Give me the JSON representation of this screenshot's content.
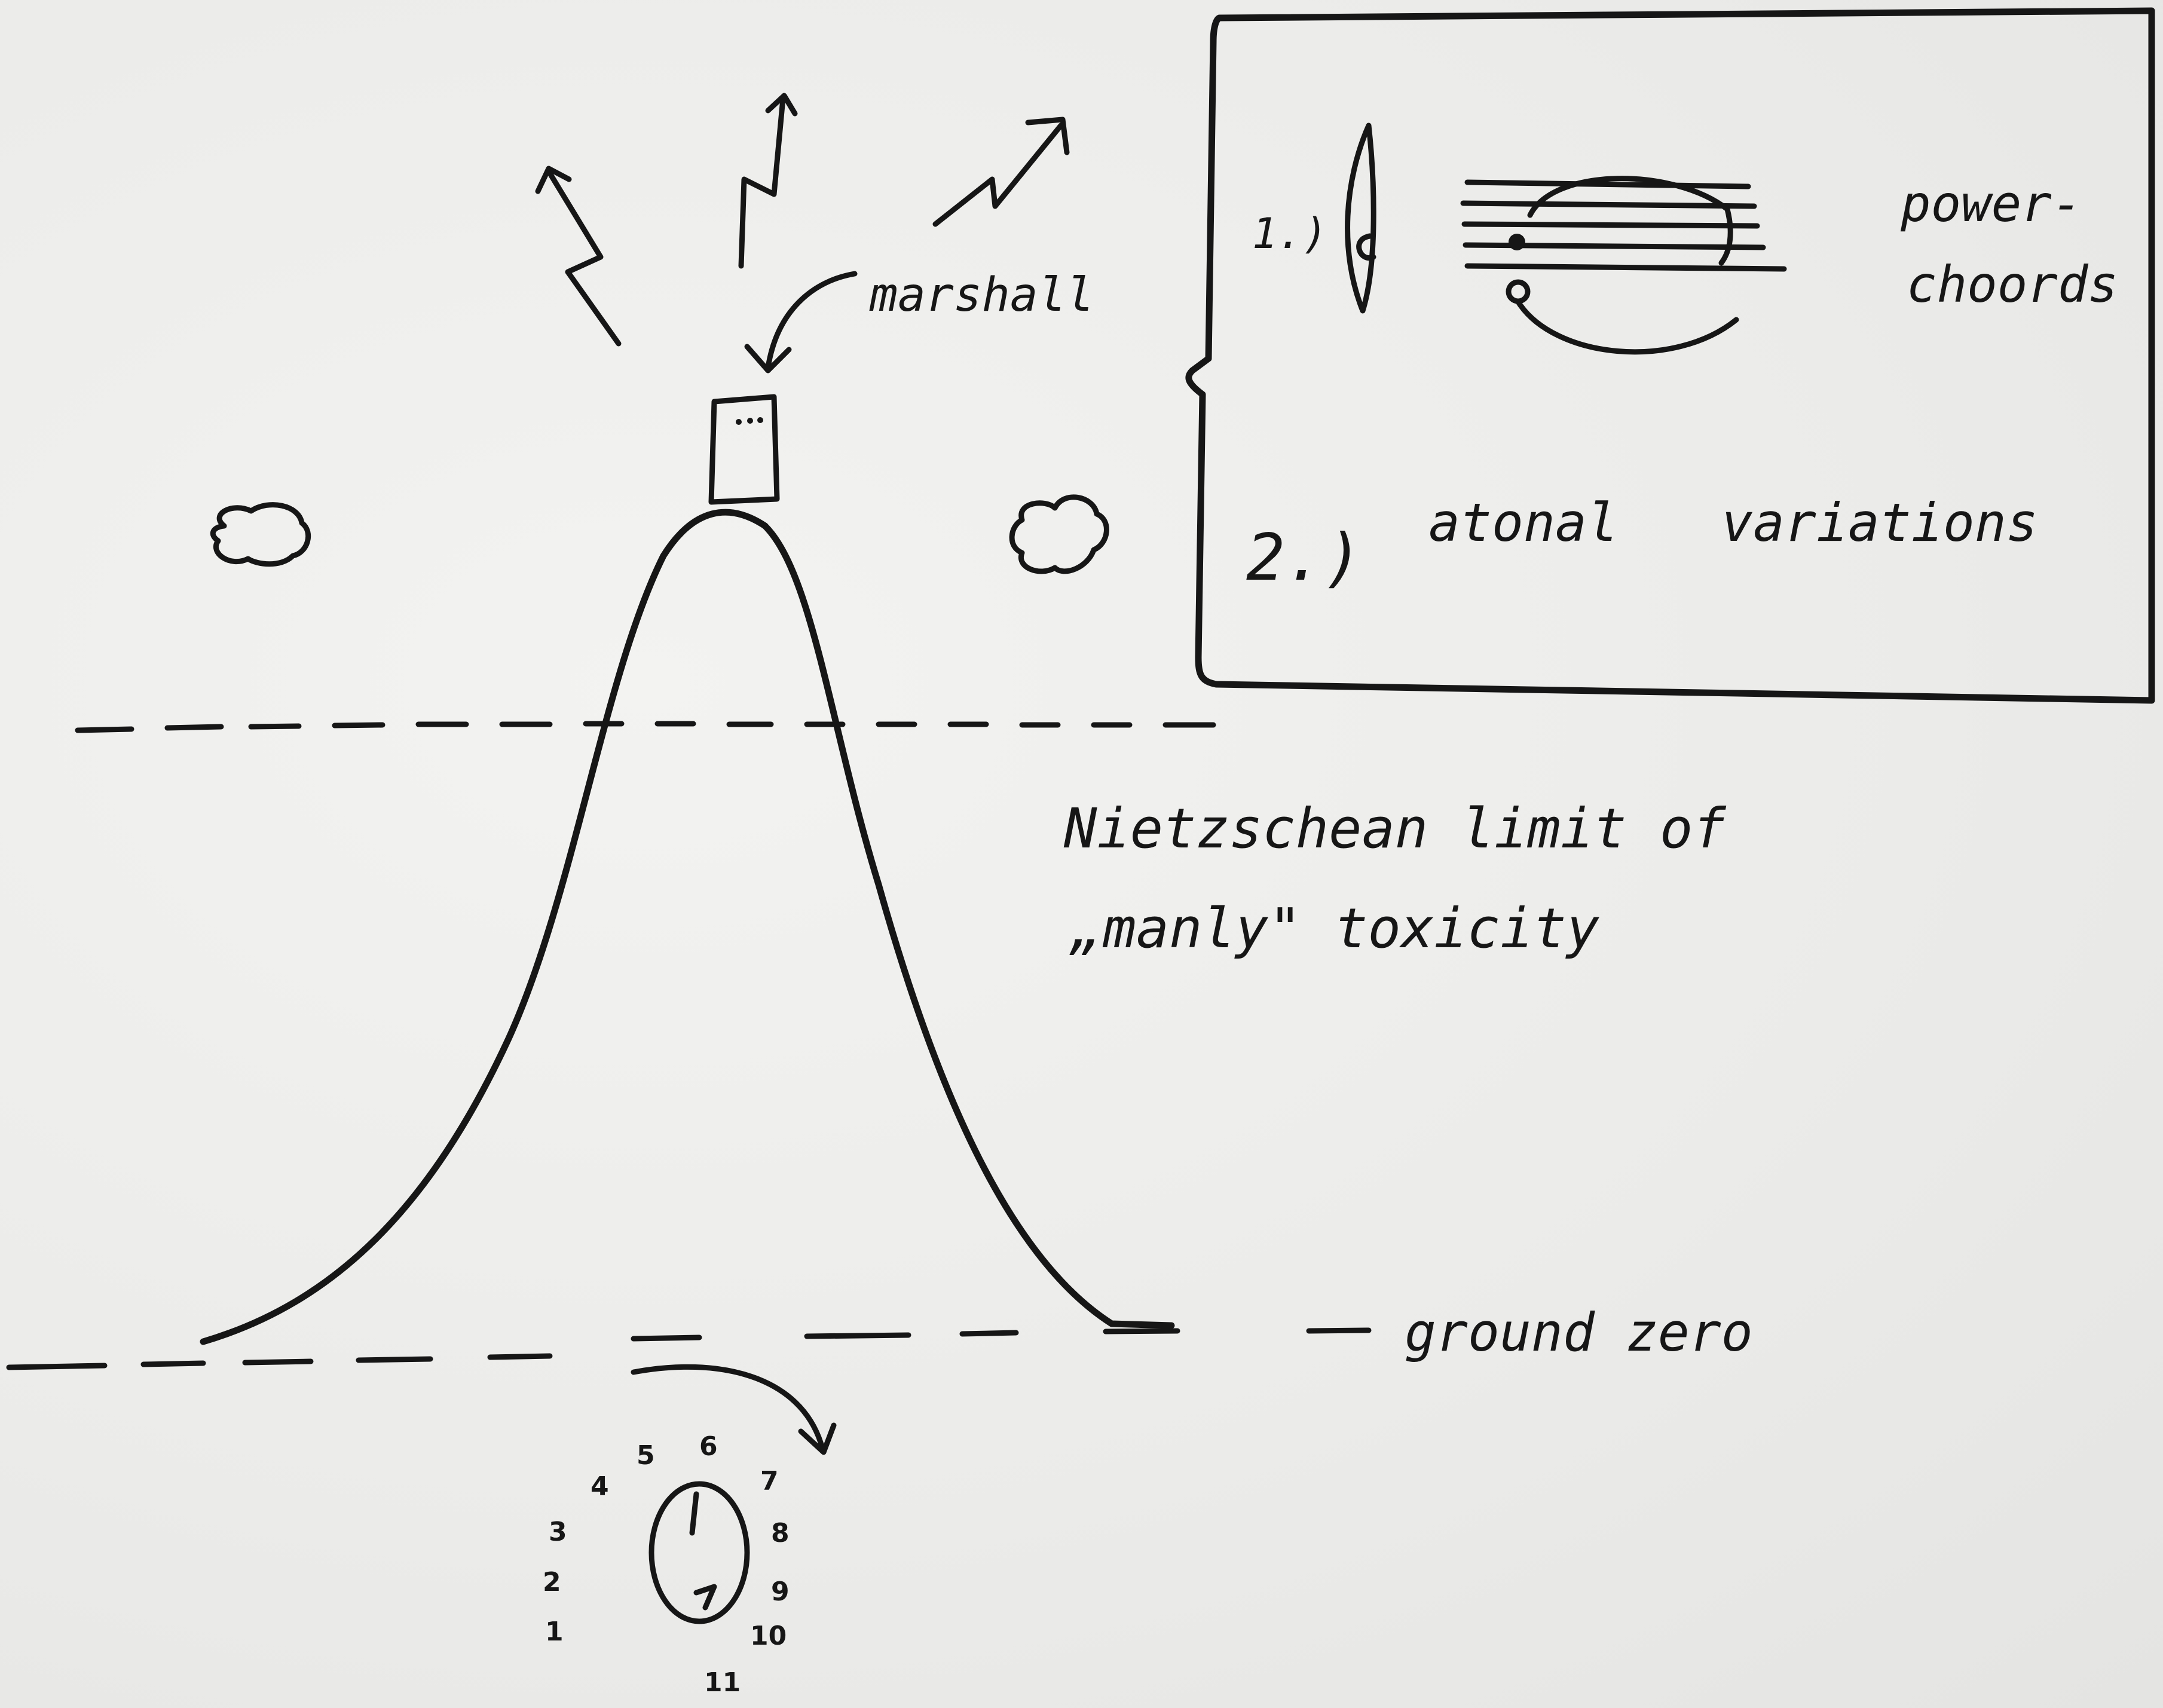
{
  "labels": {
    "amp": "marshall",
    "limit_line1": "Nietzschean limit of",
    "limit_line2": "„manly\" toxicity",
    "ground": "ground zero"
  },
  "box": {
    "item1_number": "1.)",
    "item1_label_line1": "power-",
    "item1_label_line2": "choords",
    "item2_number": "2.)",
    "item2_label_part1": "atonal",
    "item2_label_part2": "variations"
  },
  "dial": {
    "numbers": [
      "1",
      "2",
      "3",
      "4",
      "5",
      "6",
      "7",
      "8",
      "9",
      "10",
      "11"
    ]
  },
  "colors": {
    "ink": "#161616",
    "paper": "#ececea"
  }
}
